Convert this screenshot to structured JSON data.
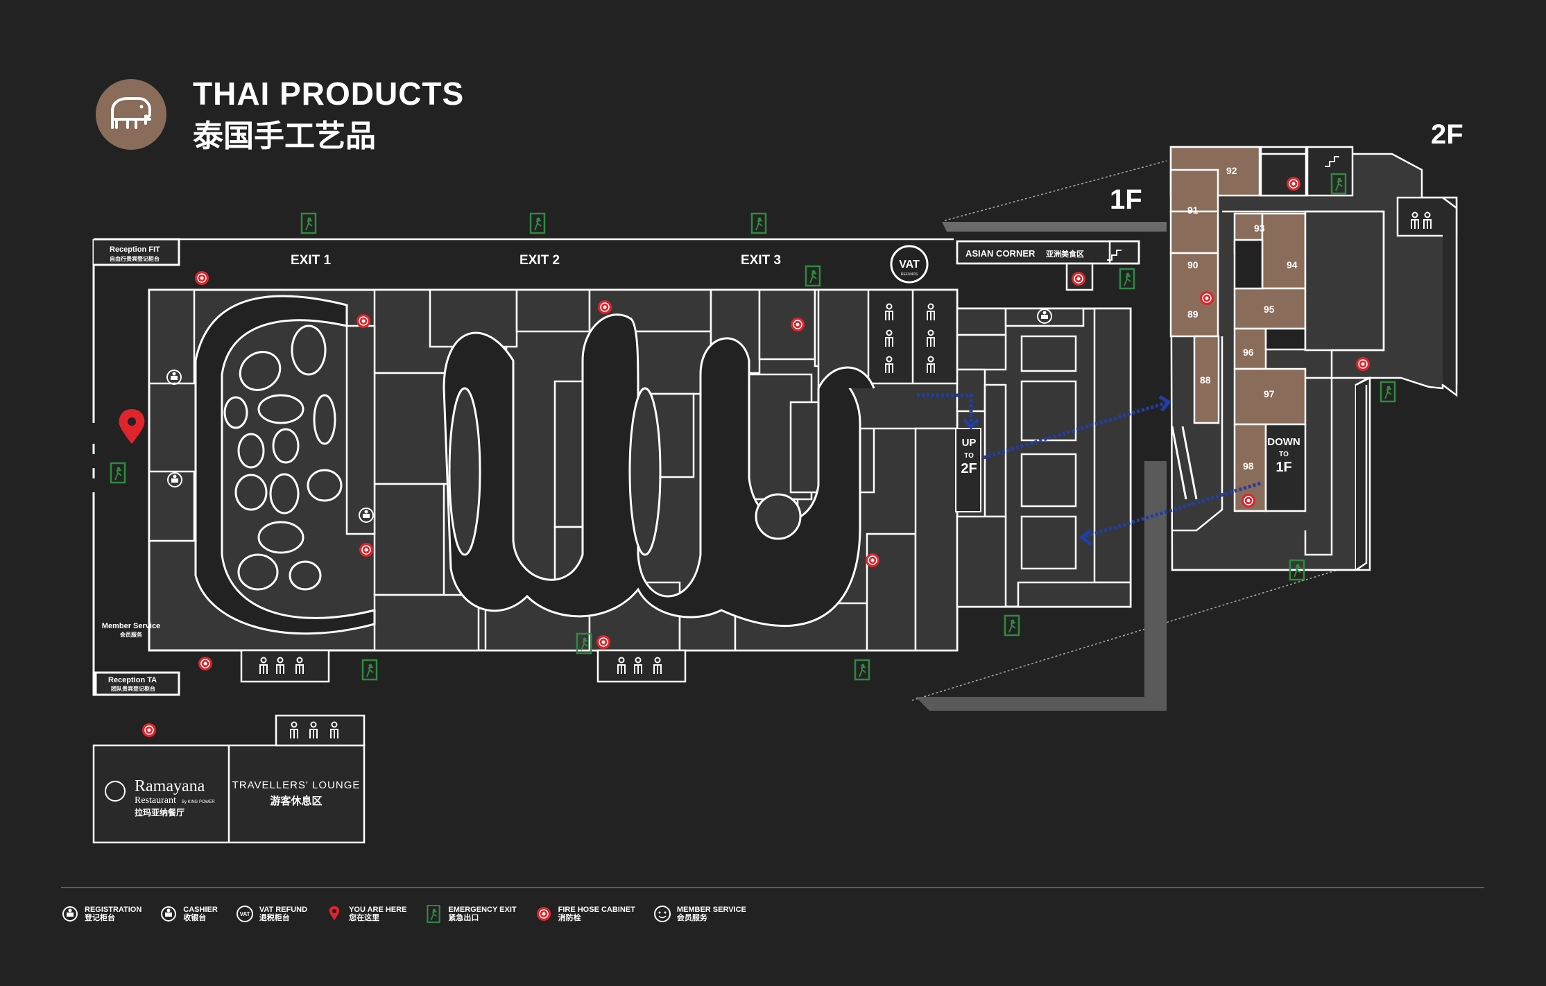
{
  "header": {
    "title_en": "THAI PRODUCTS",
    "title_cn": "泰国手工艺品"
  },
  "floors": {
    "first": "1F",
    "second": "2F"
  },
  "exits": [
    "EXIT 1",
    "EXIT 2",
    "EXIT 3"
  ],
  "reception_fit": {
    "en": "Reception FIT",
    "cn": "自由行贵宾登记柜台"
  },
  "reception_ta": {
    "en": "Reception TA",
    "cn": "团队贵宾登记柜台"
  },
  "member_service": {
    "en": "Member Service",
    "cn": "会员服务"
  },
  "asian_corner": {
    "en": "ASIAN CORNER",
    "cn": "亚洲美食区"
  },
  "vat_badge": {
    "main": "VAT",
    "sub": "REFUNDS"
  },
  "up_to": {
    "a": "UP",
    "b": "TO",
    "c": "2F"
  },
  "down_to": {
    "a": "DOWN",
    "b": "TO",
    "c": "1F"
  },
  "ramayana": {
    "name": "Ramayana",
    "sub": "Restaurant",
    "by": "By KING POWER",
    "cn": "拉玛亚纳餐厅"
  },
  "lounge": {
    "en": "TRAVELLERS' LOUNGE",
    "cn": "游客休息区"
  },
  "stores_2f": [
    "92",
    "91",
    "90",
    "89",
    "88",
    "93",
    "94",
    "95",
    "96",
    "97",
    "98"
  ],
  "legend": [
    {
      "icon": "registration-icon",
      "en": "REGISTRATION",
      "cn": "登记柜台"
    },
    {
      "icon": "cashier-icon",
      "en": "CASHIER",
      "cn": "收银台"
    },
    {
      "icon": "vat-refund-icon",
      "en": "VAT REFUND",
      "cn": "退税柜台"
    },
    {
      "icon": "you-are-here-icon",
      "en": "YOU ARE HERE",
      "cn": "您在这里"
    },
    {
      "icon": "emergency-exit-icon",
      "en": "EMERGENCY EXIT",
      "cn": "紧急出口"
    },
    {
      "icon": "fire-hose-cabinet-icon",
      "en": "FIRE HOSE CABINET",
      "cn": "消防栓"
    },
    {
      "icon": "member-service-icon",
      "en": "MEMBER SERVICE",
      "cn": "会员服务"
    }
  ],
  "colors": {
    "background": "#232223",
    "block": "#383738",
    "line": "#ffffff",
    "store_2f": "#8a6c5a",
    "exit_green": "#2e7d3e",
    "fire_red": "#e0242b",
    "pin_red": "#e0242b",
    "path_blue": "#1f3fa6",
    "shadow_gray": "#5a5a5a"
  }
}
